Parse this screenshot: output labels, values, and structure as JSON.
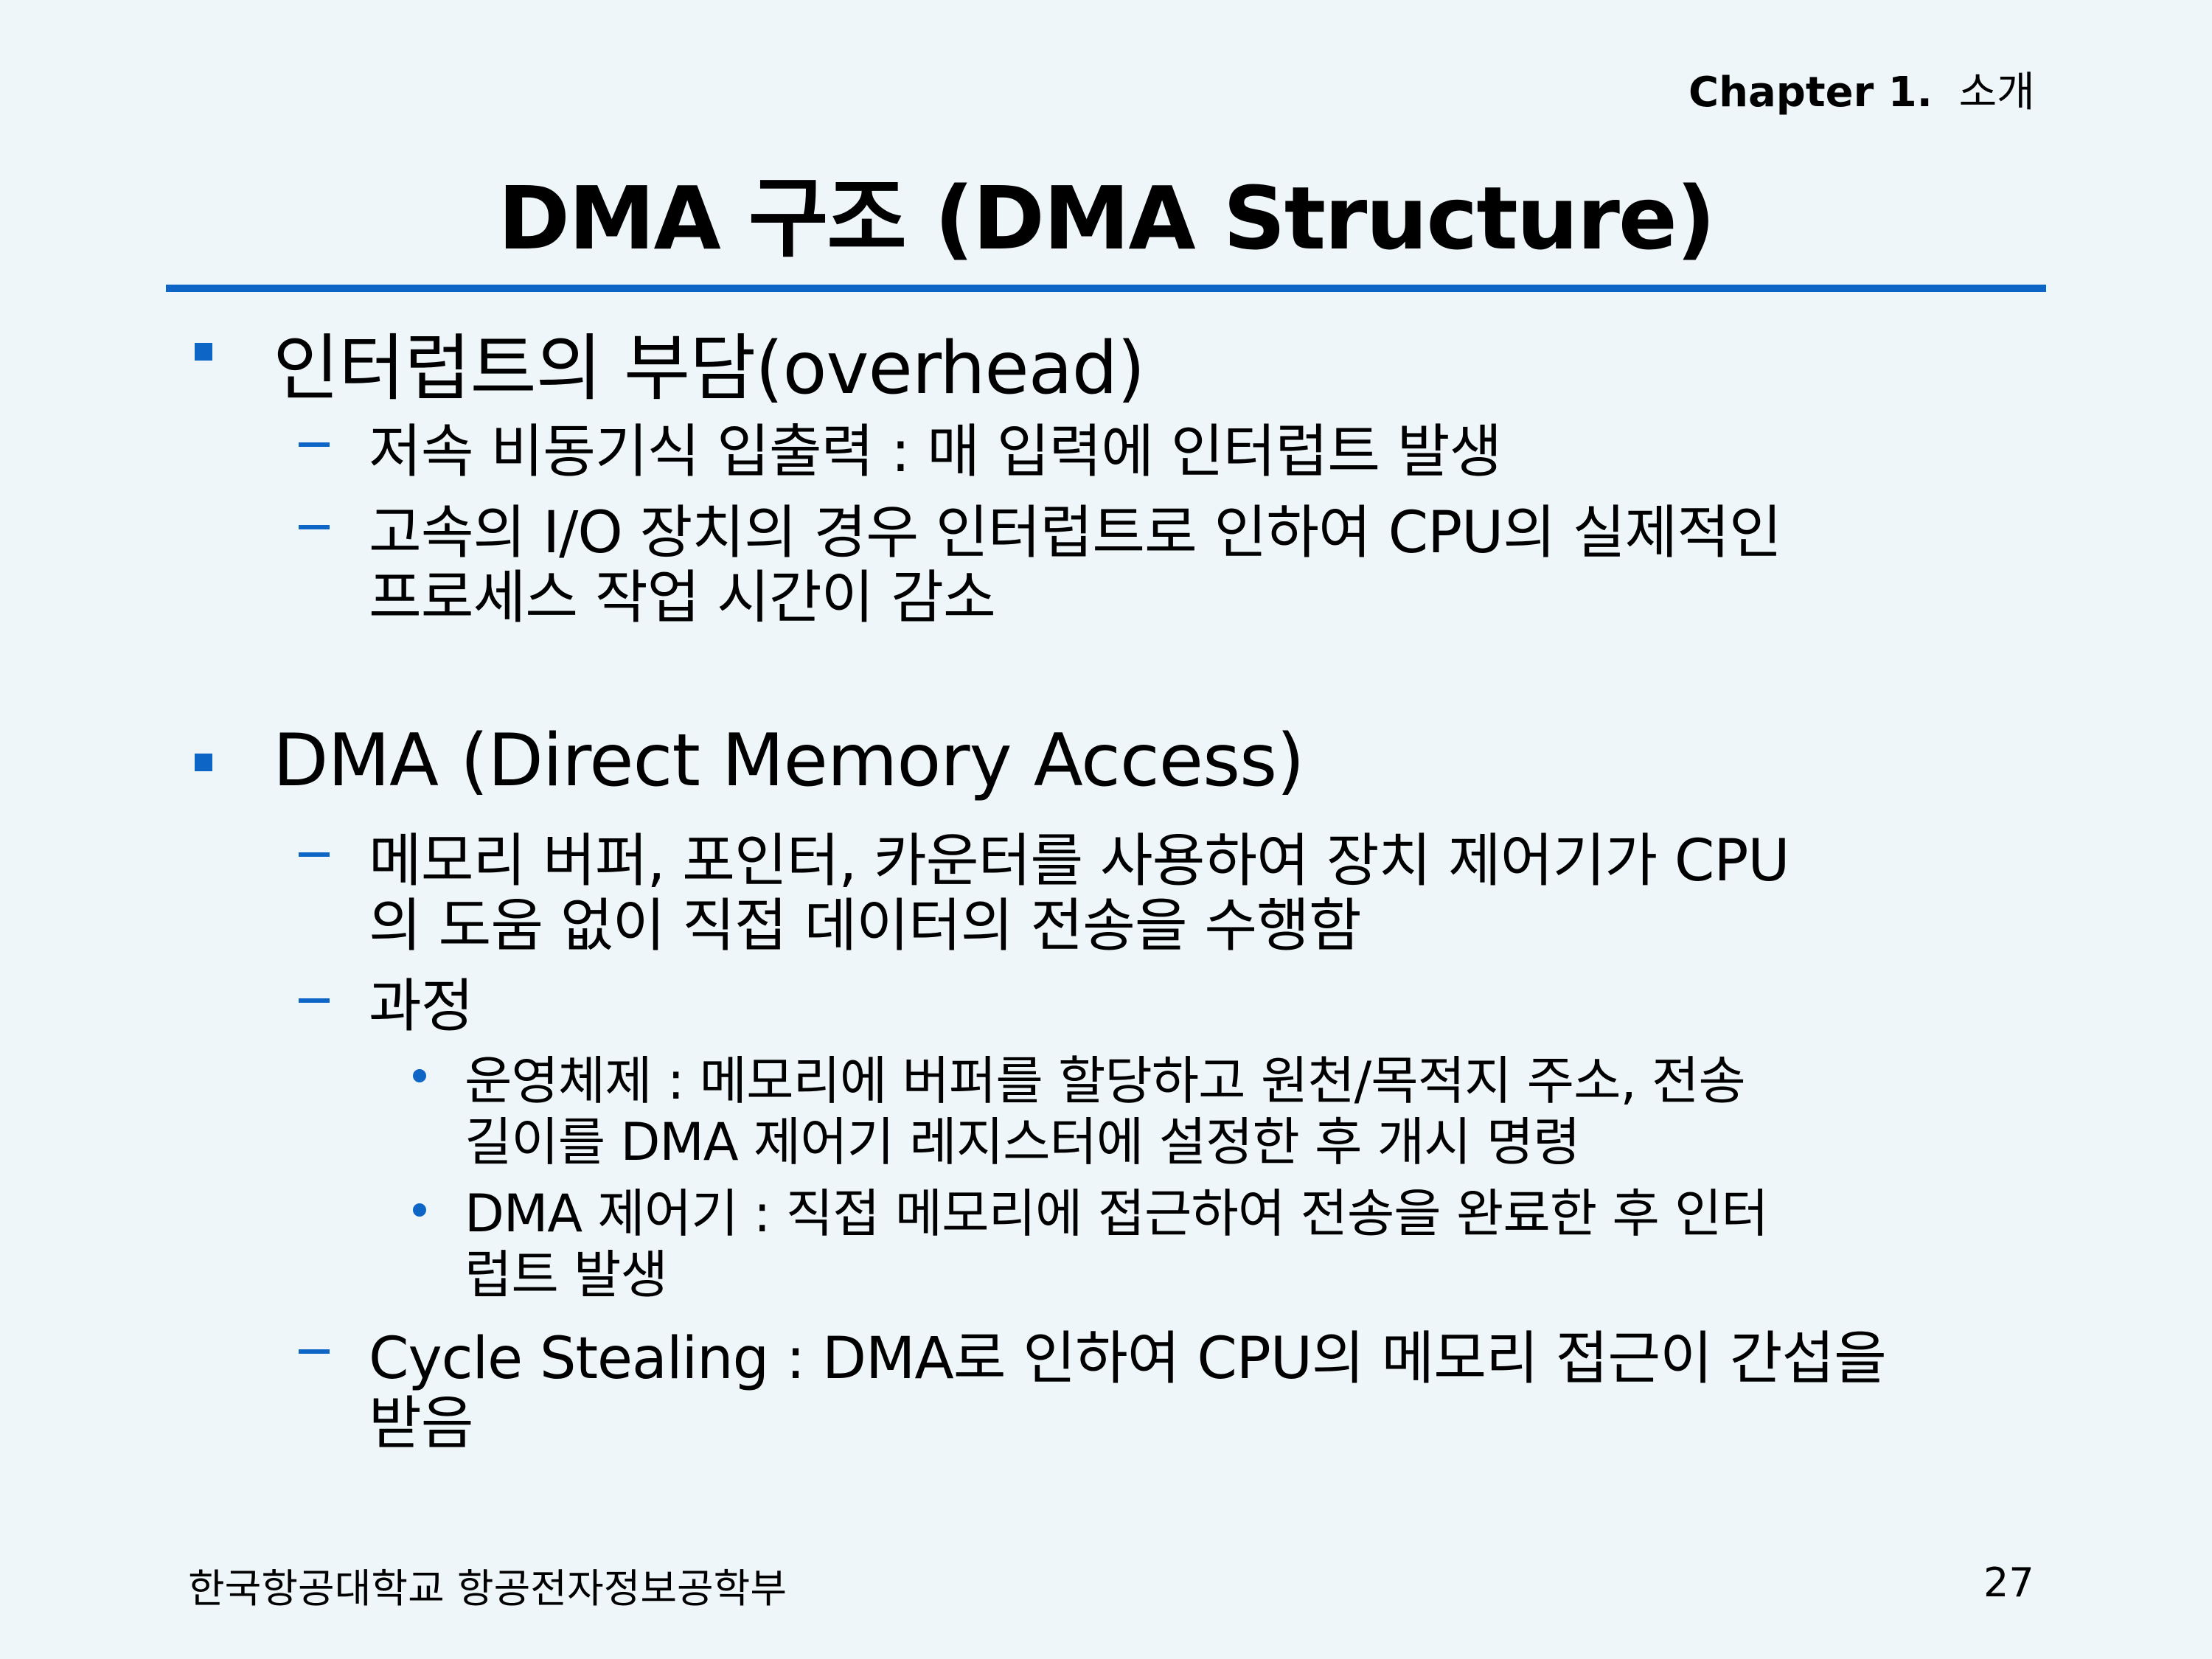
{
  "header": {
    "chapter_label": "Chapter 1.",
    "chapter_name": "소개"
  },
  "title": "DMA 구조 (DMA Structure)",
  "sections": [
    {
      "heading": "인터럽트의 부담(overhead)",
      "items": [
        {
          "lines": [
            "저속 비동기식 입출력 : 매 입력에 인터럽트 발생"
          ]
        },
        {
          "lines": [
            "고속의 I/O 장치의 경우 인터럽트로 인하여 CPU의 실제적인",
            "프로세스 작업 시간이 감소"
          ]
        }
      ]
    },
    {
      "heading": "DMA (Direct Memory Access)",
      "items": [
        {
          "lines": [
            "메모리 버퍼, 포인터, 카운터를 사용하여 장치 제어기가 CPU",
            "의 도움 없이 직접 데이터의 전송을 수행함"
          ]
        },
        {
          "lines": [
            "과정"
          ],
          "subitems": [
            {
              "lines": [
                "운영체제 : 메모리에 버퍼를 할당하고 원천/목적지 주소, 전송",
                "길이를 DMA 제어기 레지스터에 설정한 후 개시 명령"
              ]
            },
            {
              "lines": [
                "DMA 제어기 : 직접 메모리에 접근하여 전송을 완료한 후 인터",
                "럽트 발생"
              ]
            }
          ]
        },
        {
          "lines": [
            "Cycle Stealing : DMA로 인하여 CPU의 메모리 접근이 간섭을",
            "받음"
          ]
        }
      ]
    }
  ],
  "footer": {
    "institution": "한국항공대학교 항공전자정보공학부",
    "page_number": "27"
  },
  "colors": {
    "accent": "#0d66c6",
    "background": "#eef6f9"
  }
}
